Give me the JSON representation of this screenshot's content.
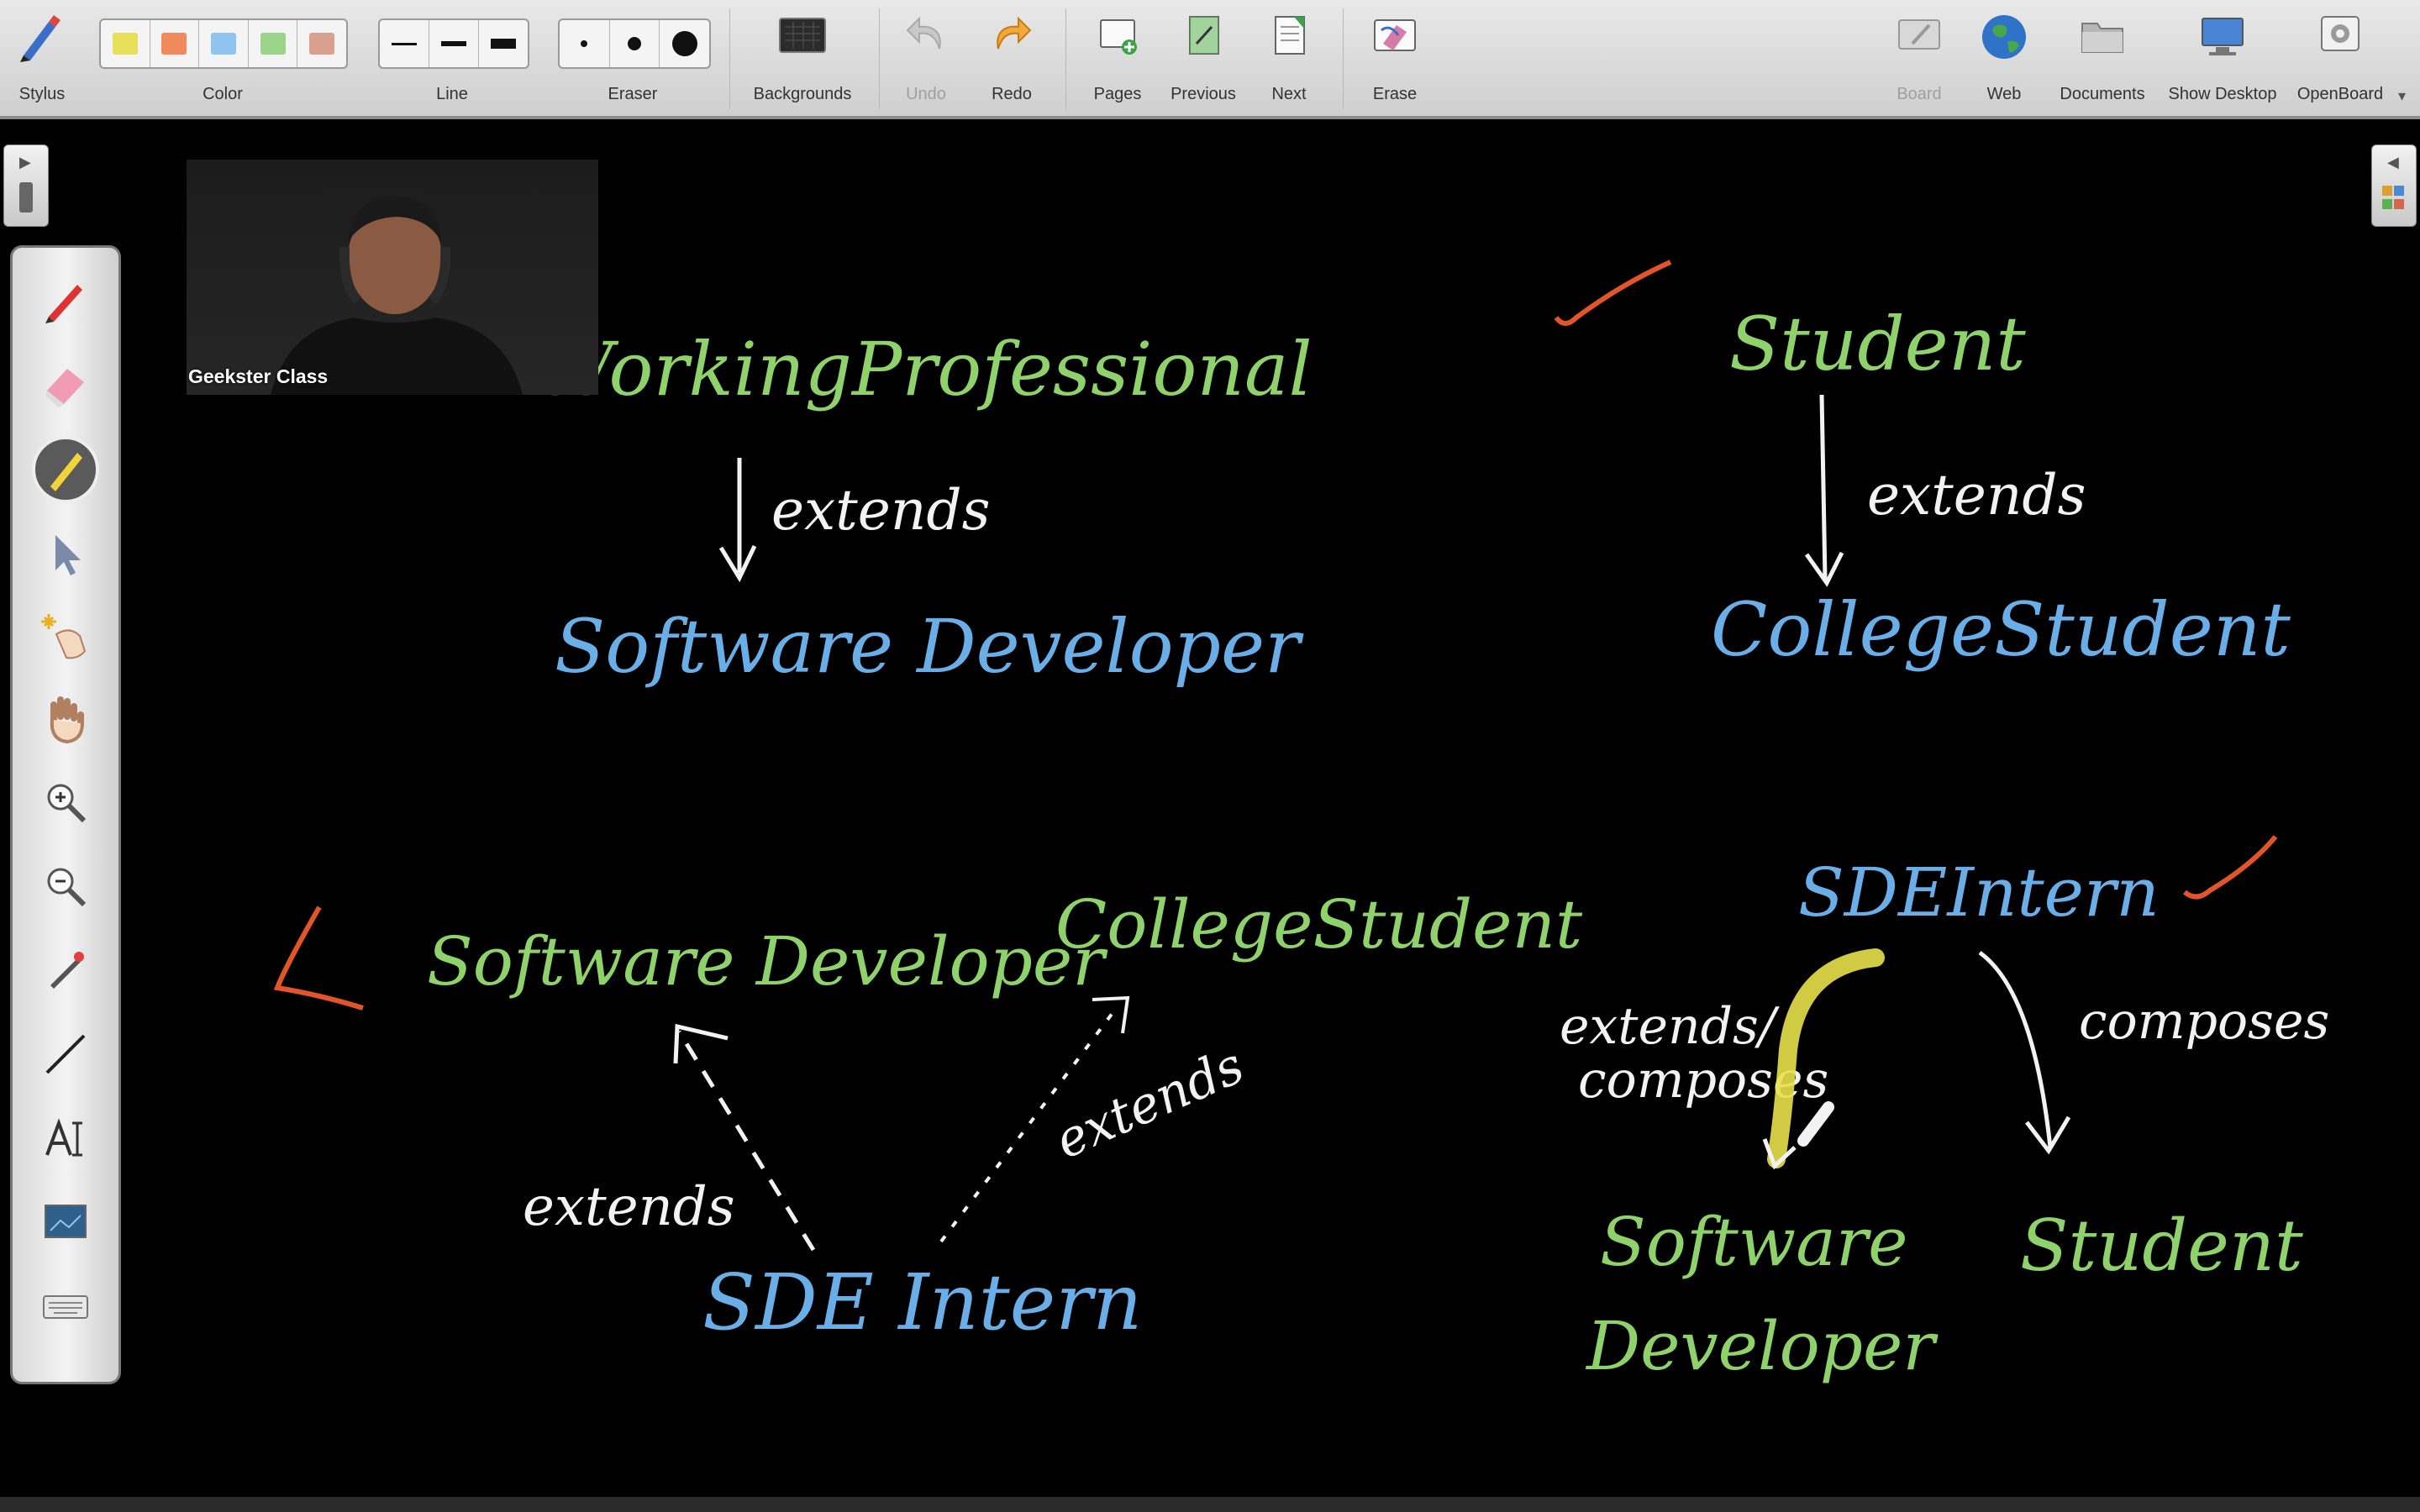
{
  "toolbar": {
    "stylus": "Stylus",
    "color": "Color",
    "line": "Line",
    "eraser": "Eraser",
    "backgrounds": "Backgrounds",
    "undo": "Undo",
    "redo": "Redo",
    "pages": "Pages",
    "previous": "Previous",
    "next": "Next",
    "erase": "Erase",
    "board": "Board",
    "web": "Web",
    "documents": "Documents",
    "show_desktop": "Show Desktop",
    "openboard": "OpenBoard",
    "colors": [
      "#e8e05a",
      "#f08a5d",
      "#8fc4f0",
      "#9bd48a",
      "#d9a08f"
    ]
  },
  "palette": {
    "tools": [
      "pen-icon",
      "eraser-icon",
      "marker-icon",
      "selector-icon",
      "interact-icon",
      "hand-icon",
      "zoom-in-icon",
      "zoom-out-icon",
      "pointer-icon",
      "line-icon",
      "text-icon",
      "capture-icon",
      "keyboard-icon"
    ]
  },
  "webcam": {
    "name": "Geekster Class"
  },
  "board": {
    "top_left_parent": "WorkingProfessional",
    "top_left_extends": "extends",
    "top_left_child": "Software Developer",
    "top_right_parent": "Student",
    "top_right_extends": "extends",
    "top_right_child": "CollegeStudent",
    "bottom_left_parent1": "Software Developer",
    "bottom_left_parent2": "CollegeStudent",
    "bottom_left_extends1": "extends",
    "bottom_left_extends2": "extends",
    "bottom_left_child": "SDE Intern",
    "bottom_right_root": "SDEIntern",
    "bottom_right_label_left_1": "extends/",
    "bottom_right_label_left_2": "composes",
    "bottom_right_label_right": "composes",
    "bottom_right_child1_line1": "Software",
    "bottom_right_child1_line2": "Developer",
    "bottom_right_child2": "Student",
    "colors": {
      "green": "#8fd16a",
      "blue": "#6aaee8",
      "white": "#f2f2f2",
      "red": "#e2552b",
      "yellow": "#e8e04a"
    }
  }
}
